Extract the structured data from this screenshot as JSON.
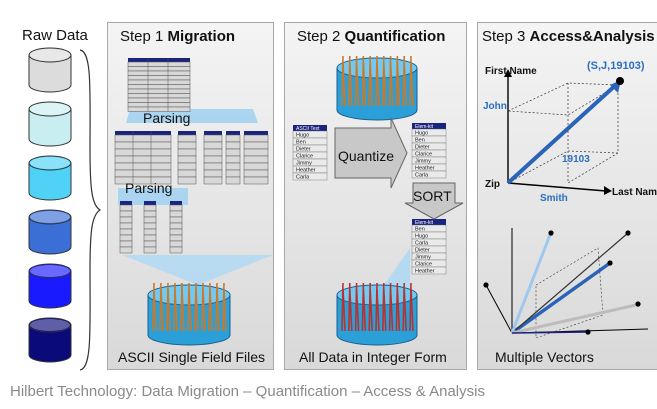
{
  "raw_data_label": "Raw Data",
  "cylinder_colors": [
    "#dcdcdc",
    "#c9eef2",
    "#4fd2f5",
    "#3b6fd6",
    "#1a1aff",
    "#0a0a7a"
  ],
  "step1": {
    "title_prefix": "Step 1 ",
    "title_bold": "Migration",
    "parsing_1": "Parsing",
    "parsing_2": "Parsing",
    "caption": "ASCII Single Field Files"
  },
  "step2": {
    "title_prefix": "Step 2 ",
    "title_bold": "Quantification",
    "quantize": "Quantize",
    "sort": "SORT",
    "caption": "All Data in Integer Form",
    "ascii_header": "ASCII Text",
    "integer_header": "Elem-kit",
    "names": [
      "Hugo",
      "Ben",
      "Dieter",
      "Clarice",
      "Jimmy",
      "Heather",
      "Carla"
    ],
    "sorted_names": [
      "Ben",
      "Hugo",
      "Carla",
      "Dieter",
      "Jimmy",
      "Clarice",
      "Heather"
    ]
  },
  "step3": {
    "title_prefix": "Step 3 ",
    "title_bold": "Access&Analysis",
    "first_name": "First Name",
    "point_label": "(S,J,19103)",
    "john": "John",
    "zip_value": "19103",
    "zip_axis": "Zip",
    "smith": "Smith",
    "last_name": "Last Name",
    "caption": "Multiple Vectors"
  },
  "footer": "Hilbert Technology: Data Migration – Quantification – Access & Analysis"
}
